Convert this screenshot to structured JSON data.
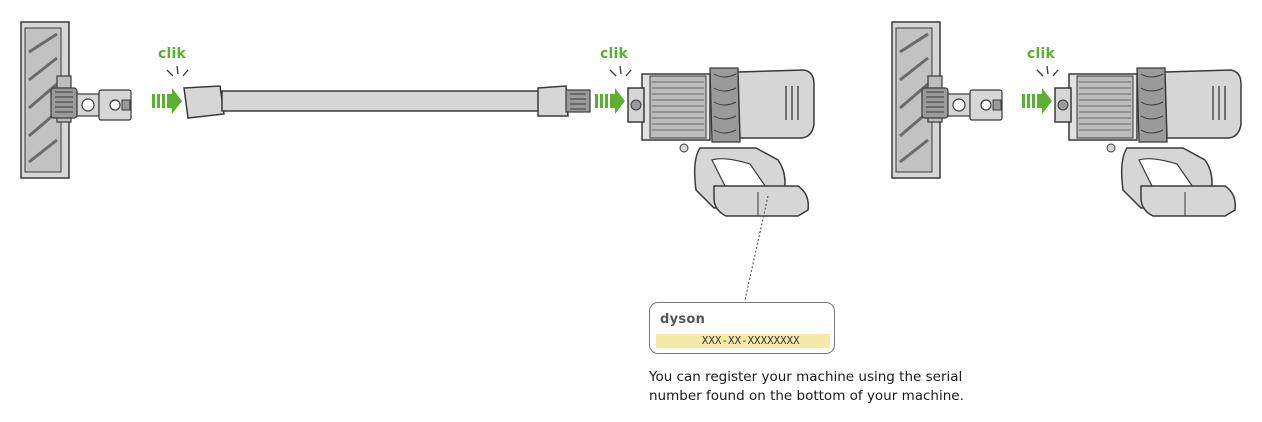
{
  "clik_text": "clik",
  "serial_label": {
    "brand": "dyson",
    "serial": "XXX-XX-XXXXXXXX"
  },
  "caption": {
    "line1": "You can register your machine using the serial",
    "line2": "number found on the bottom of your machine."
  },
  "colors": {
    "arrow": "#5ab030",
    "outline": "#3a3a3a",
    "body_fill": "#d6d6d6",
    "dark_fill": "#9a9a9a",
    "serial_strip": "#f6e9a8"
  },
  "icons": [
    "floor-head-icon",
    "wand-tube-icon",
    "vacuum-body-icon",
    "push-arrow-icon",
    "barcode-icon"
  ]
}
